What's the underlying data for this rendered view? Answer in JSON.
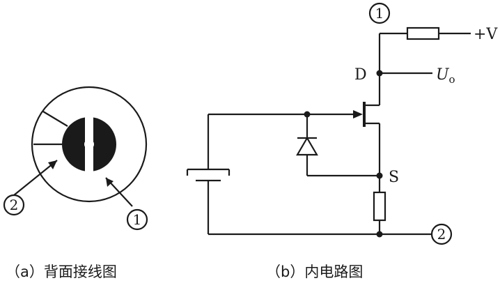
{
  "left_view": {
    "pin1_label": "1",
    "pin2_label": "2",
    "caption": "（a）背面接线图"
  },
  "right_circuit": {
    "pin1_label": "1",
    "pin2_label": "2",
    "supply_label": "+V",
    "drain_label": "D",
    "source_label": "S",
    "output_label": "U",
    "output_subscript": "o",
    "caption": "（b）内电路图"
  }
}
